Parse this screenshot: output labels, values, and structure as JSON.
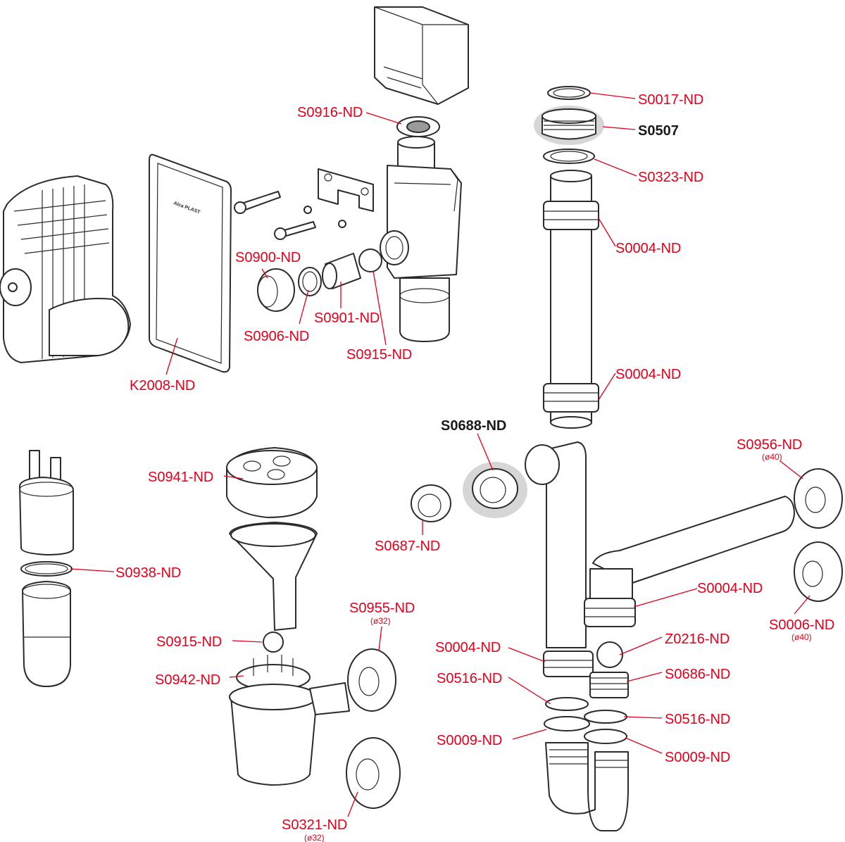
{
  "logo_text": "Alca PLAST",
  "labels": {
    "S0017": "S0017-ND",
    "S0507": "S0507",
    "S0323": "S0323-ND",
    "S0004_a": "S0004-ND",
    "S0004_b": "S0004-ND",
    "S0916": "S0916-ND",
    "S0900": "S0900-ND",
    "S0906": "S0906-ND",
    "S0901": "S0901-ND",
    "S0915_top": "S0915-ND",
    "K2008": "K2008-ND",
    "S0688": "S0688-ND",
    "S0956": "S0956-ND",
    "S0956_sub": "(ø40)",
    "S0941": "S0941-ND",
    "S0687": "S0687-ND",
    "S0938": "S0938-ND",
    "S0004_c": "S0004-ND",
    "S0006": "S0006-ND",
    "S0006_sub": "(ø40)",
    "S0955": "S0955-ND",
    "S0955_sub": "(ø32)",
    "S0915_bottom": "S0915-ND",
    "S0004_d": "S0004-ND",
    "Z0216": "Z0216-ND",
    "S0942": "S0942-ND",
    "S0516_a": "S0516-ND",
    "S0686": "S0686-ND",
    "S0516_b": "S0516-ND",
    "S0009_a": "S0009-ND",
    "S0009_b": "S0009-ND",
    "S0321": "S0321-ND",
    "S0321_sub": "(ø32)"
  },
  "colors": {
    "label": "#e2001a",
    "highlight": "#d6d6d6",
    "outline": "#2b2b2b"
  }
}
